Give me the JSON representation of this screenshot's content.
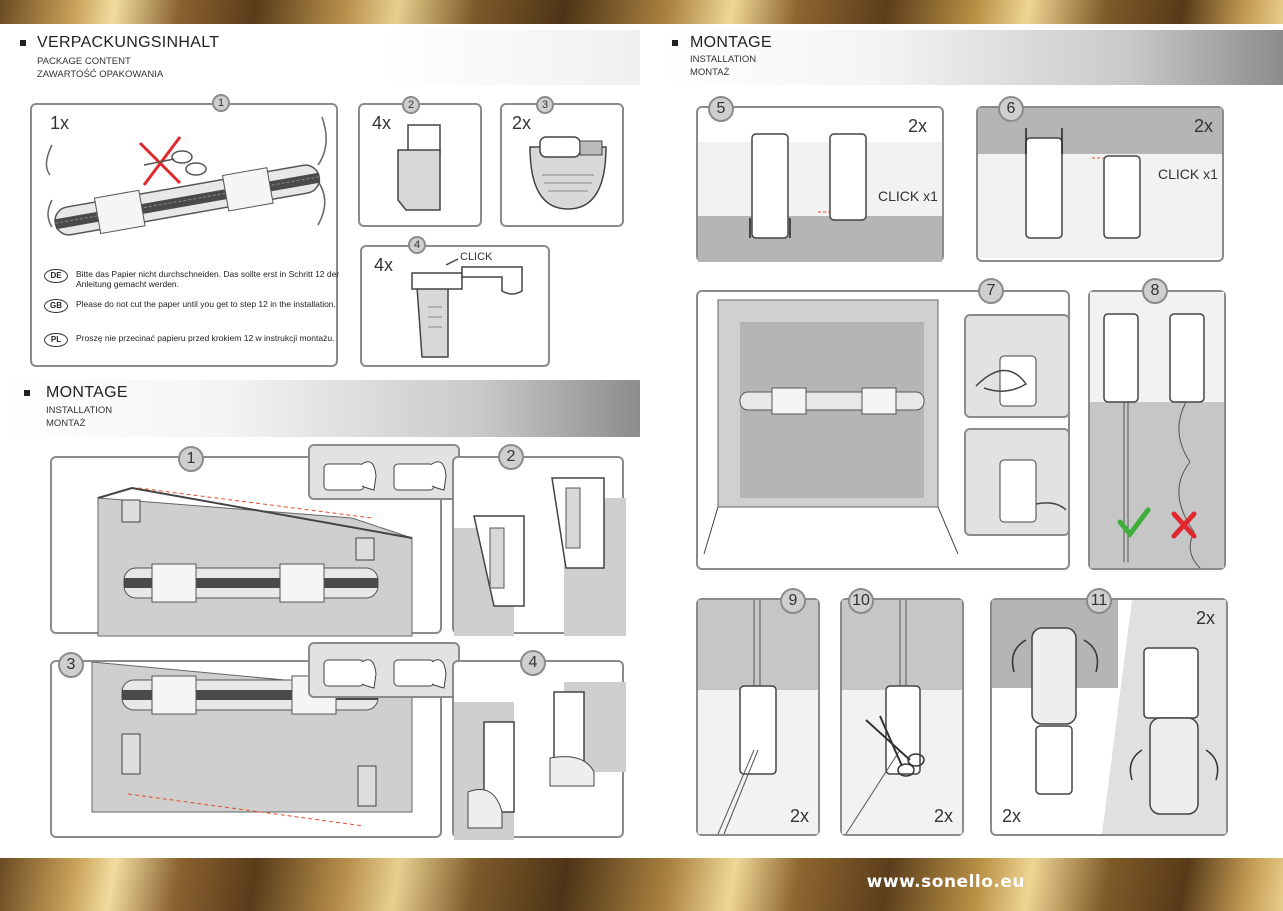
{
  "header": {
    "package": {
      "title": "VERPACKUNGSINHALT",
      "subtitle_en": "PACKAGE CONTENT",
      "subtitle_pl": "ZAWARTOŚĆ OPAKOWANIA"
    },
    "montage_left": {
      "title": "MONTAGE",
      "subtitle_en": "INSTALLATION",
      "subtitle_pl": "MONTAŻ"
    },
    "montage_right": {
      "title": "MONTAGE",
      "subtitle_en": "INSTALLATION",
      "subtitle_pl": "MONTAŻ"
    }
  },
  "package_items": [
    {
      "number": "1",
      "quantity": "1x"
    },
    {
      "number": "2",
      "quantity": "4x"
    },
    {
      "number": "3",
      "quantity": "2x"
    },
    {
      "number": "4",
      "quantity": "4x",
      "click": "CLICK"
    }
  ],
  "notes": [
    {
      "lang": "DE",
      "text": "Bitte das Papier nicht durchschneiden. Das sollte erst in Schritt 12 der Anleitung gemacht werden."
    },
    {
      "lang": "GB",
      "text": "Please do not cut the paper until you get to step 12 in the installation."
    },
    {
      "lang": "PL",
      "text": "Proszę nie przecinać papieru przed krokiem 12 w instrukcji montażu."
    }
  ],
  "steps": [
    {
      "number": "1"
    },
    {
      "number": "2"
    },
    {
      "number": "3"
    },
    {
      "number": "4"
    },
    {
      "number": "5",
      "quantity": "2x",
      "click": "CLICK x1"
    },
    {
      "number": "6",
      "quantity": "2x",
      "click": "CLICK x1"
    },
    {
      "number": "7"
    },
    {
      "number": "8"
    },
    {
      "number": "9",
      "quantity": "2x"
    },
    {
      "number": "10",
      "quantity": "2x"
    },
    {
      "number": "11",
      "quantity_top": "2x",
      "quantity_bottom": "2x"
    }
  ],
  "icons": {
    "scissors": "scissors-icon",
    "correct": "check-icon",
    "wrong": "cross-icon",
    "tape": "adhesive-tape-icon"
  },
  "colors": {
    "gold": "#c9a35a",
    "panel_border": "#8b8b8b",
    "check": "#3fae3a",
    "cross": "#e0282e",
    "dashed_guide": "#e2502a"
  },
  "footer": {
    "website": "www.sonello.eu"
  }
}
